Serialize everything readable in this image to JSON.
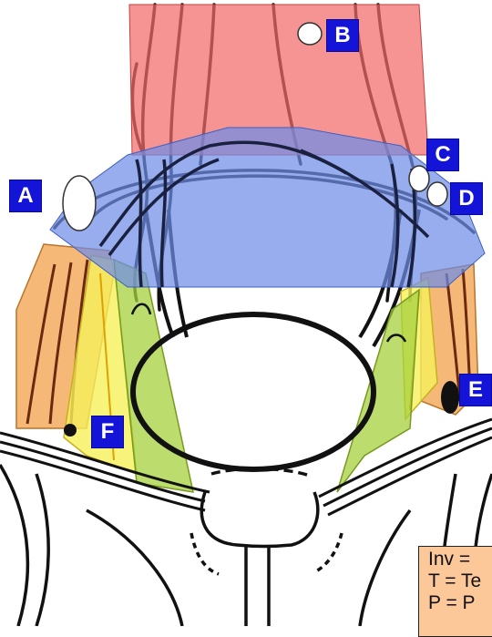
{
  "markers": {
    "a": "A",
    "b": "B",
    "c": "C",
    "d": "D",
    "e": "E",
    "f": "F"
  },
  "legend": {
    "line1": "Inv =",
    "line2": "T = Te",
    "line3": "P = P"
  },
  "colors": {
    "red_zone": "#f26b6b",
    "blue_zone": "#6f8ee8",
    "orange_zone": "#f2a04a",
    "yellow_zone": "#f5f05a",
    "green_zone": "#a6d03c",
    "marker_bg": "#1414d8",
    "legend_bg": "#fcc89a"
  }
}
